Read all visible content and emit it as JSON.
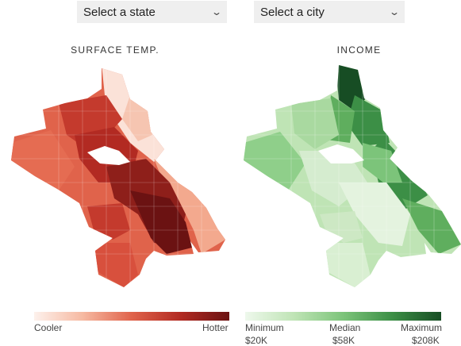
{
  "controls": {
    "state_select": {
      "value": "Select a state"
    },
    "city_select": {
      "value": "Select a city"
    },
    "chevron_icon": "chevron-down-icon"
  },
  "maps": {
    "temperature": {
      "title": "SURFACE TEMP.",
      "legend": {
        "low_label": "Cooler",
        "high_label": "Hotter"
      },
      "colors": [
        "#fdf1ec",
        "#f6b9a1",
        "#e0634b",
        "#b22a22",
        "#6b1212"
      ]
    },
    "income": {
      "title": "INCOME",
      "legend": {
        "min_label": "Minimum",
        "median_label": "Median",
        "max_label": "Maximum",
        "min_value": "$20K",
        "median_value": "$58K",
        "max_value": "$208K"
      },
      "colors": [
        "#eef8ec",
        "#bfe4b5",
        "#7cc47a",
        "#3c8f46",
        "#174d24"
      ]
    }
  }
}
